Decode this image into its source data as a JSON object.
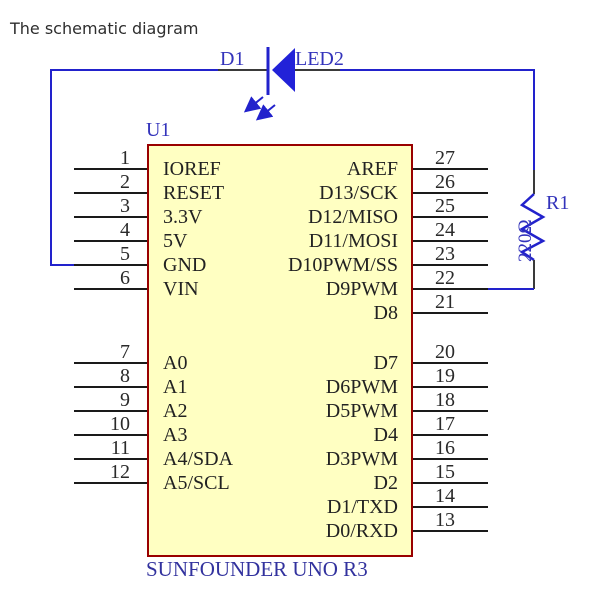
{
  "title": "The schematic diagram",
  "ic": {
    "refdes": "U1",
    "name": "SUNFOUNDER UNO R3",
    "pin_groups": [
      {
        "side": "left",
        "section": "top",
        "pins": [
          {
            "number": "1",
            "label": "IOREF"
          },
          {
            "number": "2",
            "label": "RESET"
          },
          {
            "number": "3",
            "label": "3.3V"
          },
          {
            "number": "4",
            "label": "5V"
          },
          {
            "number": "5",
            "label": "GND"
          },
          {
            "number": "6",
            "label": "VIN"
          }
        ]
      },
      {
        "side": "left",
        "section": "bottom",
        "pins": [
          {
            "number": "7",
            "label": "A0"
          },
          {
            "number": "8",
            "label": "A1"
          },
          {
            "number": "9",
            "label": "A2"
          },
          {
            "number": "10",
            "label": "A3"
          },
          {
            "number": "11",
            "label": "A4/SDA"
          },
          {
            "number": "12",
            "label": "A5/SCL"
          }
        ]
      },
      {
        "side": "right",
        "section": "top",
        "pins": [
          {
            "number": "27",
            "label": "AREF"
          },
          {
            "number": "26",
            "label": "D13/SCK"
          },
          {
            "number": "25",
            "label": "D12/MISO"
          },
          {
            "number": "24",
            "label": "D11/MOSI"
          },
          {
            "number": "23",
            "label": "D10PWM/SS"
          },
          {
            "number": "22",
            "label": "D9PWM"
          },
          {
            "number": "21",
            "label": "D8"
          }
        ]
      },
      {
        "side": "right",
        "section": "bottom",
        "pins": [
          {
            "number": "20",
            "label": "D7"
          },
          {
            "number": "19",
            "label": "D6PWM"
          },
          {
            "number": "18",
            "label": "D5PWM"
          },
          {
            "number": "17",
            "label": "D4"
          },
          {
            "number": "16",
            "label": "D3PWM"
          },
          {
            "number": "15",
            "label": "D2"
          },
          {
            "number": "14",
            "label": "D1/TXD"
          },
          {
            "number": "13",
            "label": "D0/RXD"
          }
        ]
      }
    ]
  },
  "led": {
    "refdes": "D1",
    "name": "LED2"
  },
  "resistor": {
    "refdes": "R1",
    "value": "220Ω"
  },
  "colors": {
    "wire_blue": "#2222cc",
    "component_label_blue": "#3333bb",
    "ic_name_blue": "#32329e",
    "ic_fill": "#ffffc2",
    "ic_border": "#990000",
    "pin_line": "#1a1a1a",
    "pin_text": "#2a2a2a",
    "lead_gray": "#3a3a3a",
    "title_text": "#2e2e2e"
  }
}
